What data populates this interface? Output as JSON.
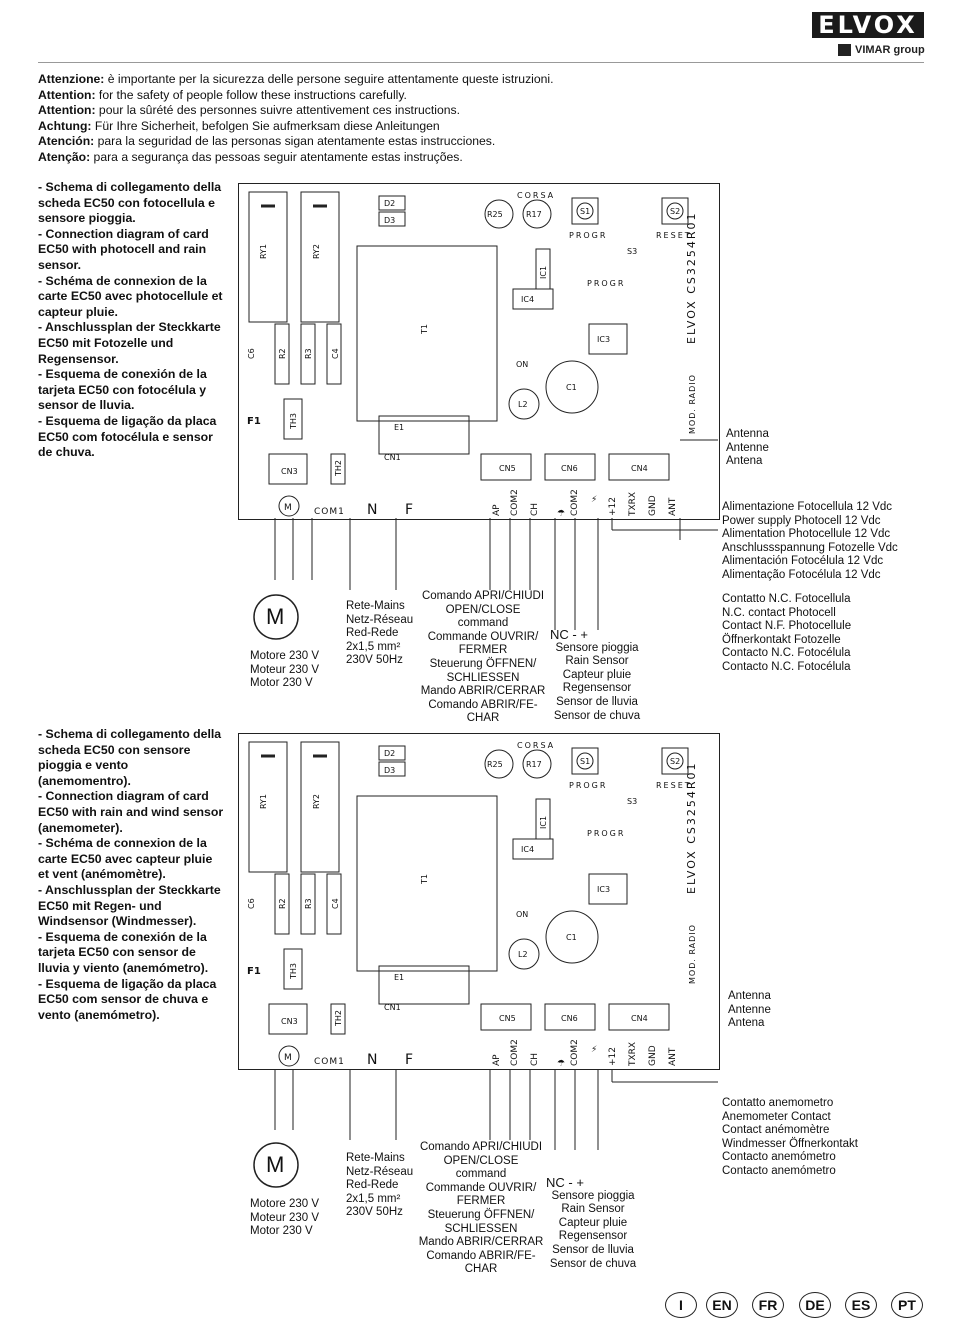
{
  "brand": {
    "logo": "ELVOX",
    "group": "VIMAR group"
  },
  "warnings": [
    {
      "lead": "Attenzione:",
      "text": " è importante per la sicurezza delle persone seguire attentamente queste istruzioni."
    },
    {
      "lead": "Attention:",
      "text": " for the safety of people follow these instructions carefully."
    },
    {
      "lead": "Attention:",
      "text": " pour la sûrété des personnes suivre attentivement ces instructions."
    },
    {
      "lead": "Achtung:",
      "text": " Für Ihre Sicherheit, befolgen Sie aufmerksam diese Anleitungen"
    },
    {
      "lead": "Atención:",
      "text": " para la seguridad de las personas sigan atentamente estas instrucciones."
    },
    {
      "lead": "Atenção:",
      "text": " para a segurança das pessoas seguir atentamente estas instruções."
    }
  ],
  "diagram1": {
    "descriptions": [
      "- Schema di collegamento della scheda EC50 con fotocellula e sensore pioggia.",
      "- Connection diagram of card EC50 with photocell and rain sensor.",
      "- Schéma de connexion de la carte EC50 avec photocellule et capteur pluie.",
      "- Anschlussplan der Steckkarte EC50 mit Fotozelle und Regensensor.",
      "- Esquema de conexión de la tarjeta EC50 con fotocélula y sensor de lluvia.",
      "- Esquema de ligação da placa EC50 com fotocélula e sensor de chuva."
    ],
    "antenna": [
      "Antenna",
      "Antenne",
      "Antena"
    ],
    "power_supply": [
      "Alimentazione Fotocellula 12 Vdc",
      "Power supply Photocell 12 Vdc",
      "Alimentation Photocellule 12 Vdc",
      "Anschlussspannung Fotozelle Vdc",
      "Alimentación Fotocélula 12 Vdc",
      "Alimentação Fotocélula 12 Vdc"
    ],
    "contact": [
      "Contatto N.C. Fotocellula",
      "N.C. contact Photocell",
      "Contact N.F. Photocellule",
      "Öffnerkontakt Fotozelle",
      "Contacto N.C. Fotocélula",
      "Contacto N.C. Fotocélula"
    ]
  },
  "diagram2": {
    "descriptions": [
      "- Schema di collegamento della scheda EC50 con sensore pioggia e vento (anemomentro).",
      "- Connection diagram of card EC50 with rain and wind sensor (anemometer).",
      "- Schéma de connexion de la carte EC50 avec capteur pluie et vent (anémomètre).",
      "- Anschlussplan der Steckkarte EC50 mit Regen- und Windsensor (Windmesser).",
      "- Esquema de conexión de la tarjeta EC50 con sensor de lluvia y viento (anemómetro).",
      "- Esquema de ligação da placa EC50 com sensor de chuva e vento (anemómetro)."
    ],
    "antenna": [
      "Antenna",
      "Antenne",
      "Antena"
    ],
    "anemometer": [
      "Contatto anemometro",
      "Anemometer Contact",
      "Contact anémomètre",
      "Windmesser Öffnerkontakt",
      "Contacto anemómetro",
      "Contacto anemómetro"
    ]
  },
  "motor": [
    "Motore 230 V",
    "Moteur 230 V",
    "Motor 230 V"
  ],
  "mains": [
    "Rete-Mains",
    "Netz-Réseau",
    "Red-Rede",
    "2x1,5 mm²",
    "230V 50Hz"
  ],
  "command": [
    "Comando APRI/CHIUDI",
    "OPEN/CLOSE",
    "command",
    "Commande OUVRIR/",
    "FERMER",
    "Steuerung ÖFFNEN/",
    "SCHLIESSEN",
    "Mando ABRIR/CERRAR",
    "Comando ABRIR/FE-",
    "CHAR"
  ],
  "rain": {
    "nc": "NC  -     +",
    "lines": [
      "Sensore pioggia",
      "Rain Sensor",
      "Capteur pluie",
      "Regensensor",
      "Sensor de lluvia",
      "Sensor de chuva"
    ]
  },
  "board_labels": {
    "motor_symbol": "M",
    "com1": "COM1",
    "n": "N",
    "f": "F",
    "terms": [
      "AP",
      "COM2",
      "CH",
      "COM2",
      "+12",
      "TXRX",
      "GND",
      "ANT"
    ],
    "model": "ELVOX CS3254R01",
    "mod_radio": "MOD. RADIO",
    "corsa": "CORSA",
    "progr": "PROGR",
    "reset": "RESET",
    "on": "ON",
    "parts": [
      "RY1",
      "RY2",
      "C6",
      "R2",
      "R3",
      "C4",
      "F1",
      "TH3",
      "CN3",
      "TH2",
      "T1",
      "E1",
      "CN1",
      "D2",
      "D3",
      "CN5",
      "CN6",
      "CN4",
      "S1",
      "S2",
      "S3",
      "IC1",
      "IC3",
      "IC4",
      "C1",
      "L2",
      "R25",
      "R17"
    ]
  },
  "languages": [
    "I",
    "EN",
    "FR",
    "DE",
    "ES",
    "PT"
  ]
}
